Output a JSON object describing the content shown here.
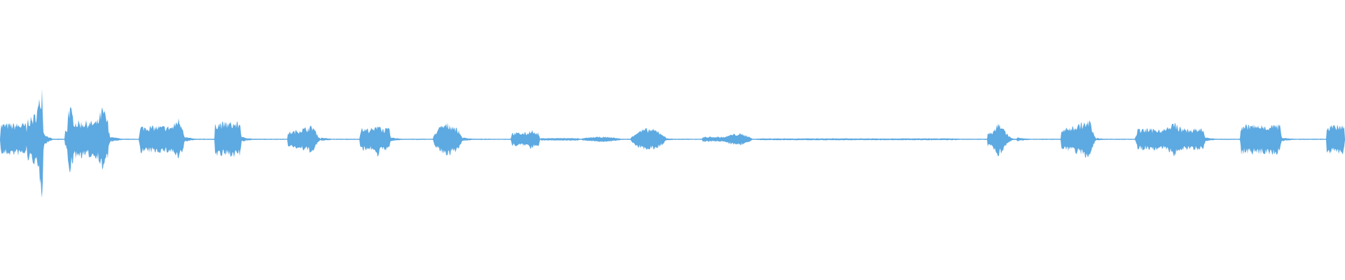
{
  "waveform": {
    "color": "#5DA9E1",
    "duration_ms": 32000,
    "baseline_amplitude": 0.01,
    "segments": [
      {
        "start": 0.0,
        "end": 0.65,
        "amp": 0.25,
        "shape": "flat"
      },
      {
        "start": 0.65,
        "end": 1.05,
        "amp": 0.95,
        "shape": "spike",
        "peak": 0.9
      },
      {
        "start": 1.05,
        "end": 1.4,
        "amp": 0.1,
        "shape": "decay"
      },
      {
        "start": 1.55,
        "end": 2.6,
        "amp": 0.52,
        "shape": "double",
        "peak": 0.3
      },
      {
        "start": 2.6,
        "end": 3.3,
        "amp": 0.05,
        "shape": "decay"
      },
      {
        "start": 3.3,
        "end": 4.4,
        "amp": 0.28,
        "shape": "flat_bump",
        "peak": 0.85
      },
      {
        "start": 4.4,
        "end": 5.0,
        "amp": 0.04,
        "shape": "decay"
      },
      {
        "start": 5.1,
        "end": 5.75,
        "amp": 0.27,
        "shape": "flat"
      },
      {
        "start": 5.75,
        "end": 6.4,
        "amp": 0.04,
        "shape": "decay"
      },
      {
        "start": 6.85,
        "end": 7.65,
        "amp": 0.22,
        "shape": "ramp",
        "peak": 0.75
      },
      {
        "start": 7.65,
        "end": 8.3,
        "amp": 0.03,
        "shape": "decay"
      },
      {
        "start": 8.55,
        "end": 9.3,
        "amp": 0.23,
        "shape": "flat_bump",
        "peak": 0.6
      },
      {
        "start": 9.3,
        "end": 10.1,
        "amp": 0.03,
        "shape": "decay"
      },
      {
        "start": 10.3,
        "end": 11.0,
        "amp": 0.25,
        "shape": "round"
      },
      {
        "start": 11.0,
        "end": 11.8,
        "amp": 0.03,
        "shape": "decay"
      },
      {
        "start": 12.15,
        "end": 12.85,
        "amp": 0.14,
        "shape": "flat_bump",
        "peak": 0.7
      },
      {
        "start": 12.85,
        "end": 13.8,
        "amp": 0.02,
        "shape": "flat"
      },
      {
        "start": 13.8,
        "end": 14.8,
        "amp": 0.04,
        "shape": "round"
      },
      {
        "start": 15.0,
        "end": 15.85,
        "amp": 0.17,
        "shape": "round"
      },
      {
        "start": 15.85,
        "end": 16.5,
        "amp": 0.02,
        "shape": "decay"
      },
      {
        "start": 16.7,
        "end": 17.4,
        "amp": 0.04,
        "shape": "flat"
      },
      {
        "start": 17.2,
        "end": 17.9,
        "amp": 0.09,
        "shape": "round"
      },
      {
        "start": 17.9,
        "end": 23.0,
        "amp": 0.015,
        "shape": "flat"
      },
      {
        "start": 23.5,
        "end": 24.2,
        "amp": 0.32,
        "shape": "spike",
        "peak": 0.35
      },
      {
        "start": 24.2,
        "end": 25.0,
        "amp": 0.03,
        "shape": "decay"
      },
      {
        "start": 25.25,
        "end": 26.1,
        "amp": 0.3,
        "shape": "ramp",
        "peak": 0.8
      },
      {
        "start": 26.1,
        "end": 26.9,
        "amp": 0.02,
        "shape": "decay"
      },
      {
        "start": 27.0,
        "end": 28.7,
        "amp": 0.22,
        "shape": "flat_bump",
        "peak": 0.55
      },
      {
        "start": 28.7,
        "end": 29.3,
        "amp": 0.03,
        "shape": "decay"
      },
      {
        "start": 29.5,
        "end": 30.5,
        "amp": 0.23,
        "shape": "flat"
      },
      {
        "start": 30.5,
        "end": 31.3,
        "amp": 0.03,
        "shape": "decay"
      },
      {
        "start": 31.55,
        "end": 32.0,
        "amp": 0.22,
        "shape": "flat"
      }
    ]
  }
}
